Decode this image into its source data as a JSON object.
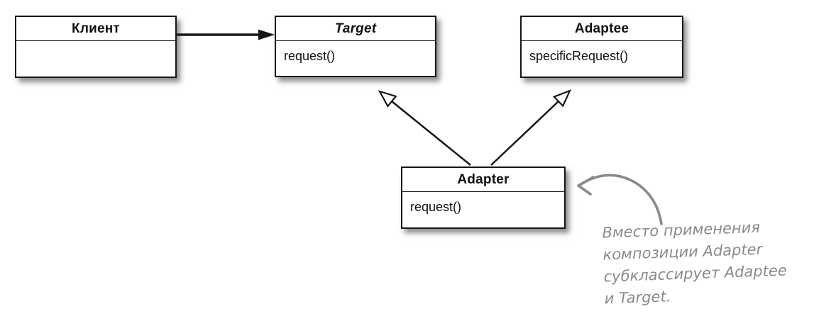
{
  "diagram": {
    "kind": "uml-class-diagram",
    "pattern": "Adapter",
    "classes": [
      {
        "name": "Клиент",
        "stereotype": "class",
        "methods": []
      },
      {
        "name": "Target",
        "stereotype": "abstract",
        "methods": [
          "request()"
        ]
      },
      {
        "name": "Adaptee",
        "stereotype": "class",
        "methods": [
          "specificRequest()"
        ]
      },
      {
        "name": "Adapter",
        "stereotype": "class",
        "methods": [
          "request()"
        ]
      }
    ],
    "relationships": [
      {
        "from": "Клиент",
        "to": "Target",
        "type": "association",
        "arrowhead": "filled-triangle"
      },
      {
        "from": "Adapter",
        "to": "Target",
        "type": "generalization",
        "arrowhead": "hollow-triangle"
      },
      {
        "from": "Adapter",
        "to": "Adaptee",
        "type": "generalization",
        "arrowhead": "hollow-triangle"
      }
    ],
    "annotation": {
      "lines": [
        "Вместо применения",
        "композиции Adapter",
        "субклассирует Adaptee",
        "и Target."
      ],
      "points_to": "Adapter",
      "color": "#8a8a8a"
    },
    "colors": {
      "border": "#161616",
      "background": "#ffffff",
      "annotation": "#8a8a8a"
    }
  }
}
